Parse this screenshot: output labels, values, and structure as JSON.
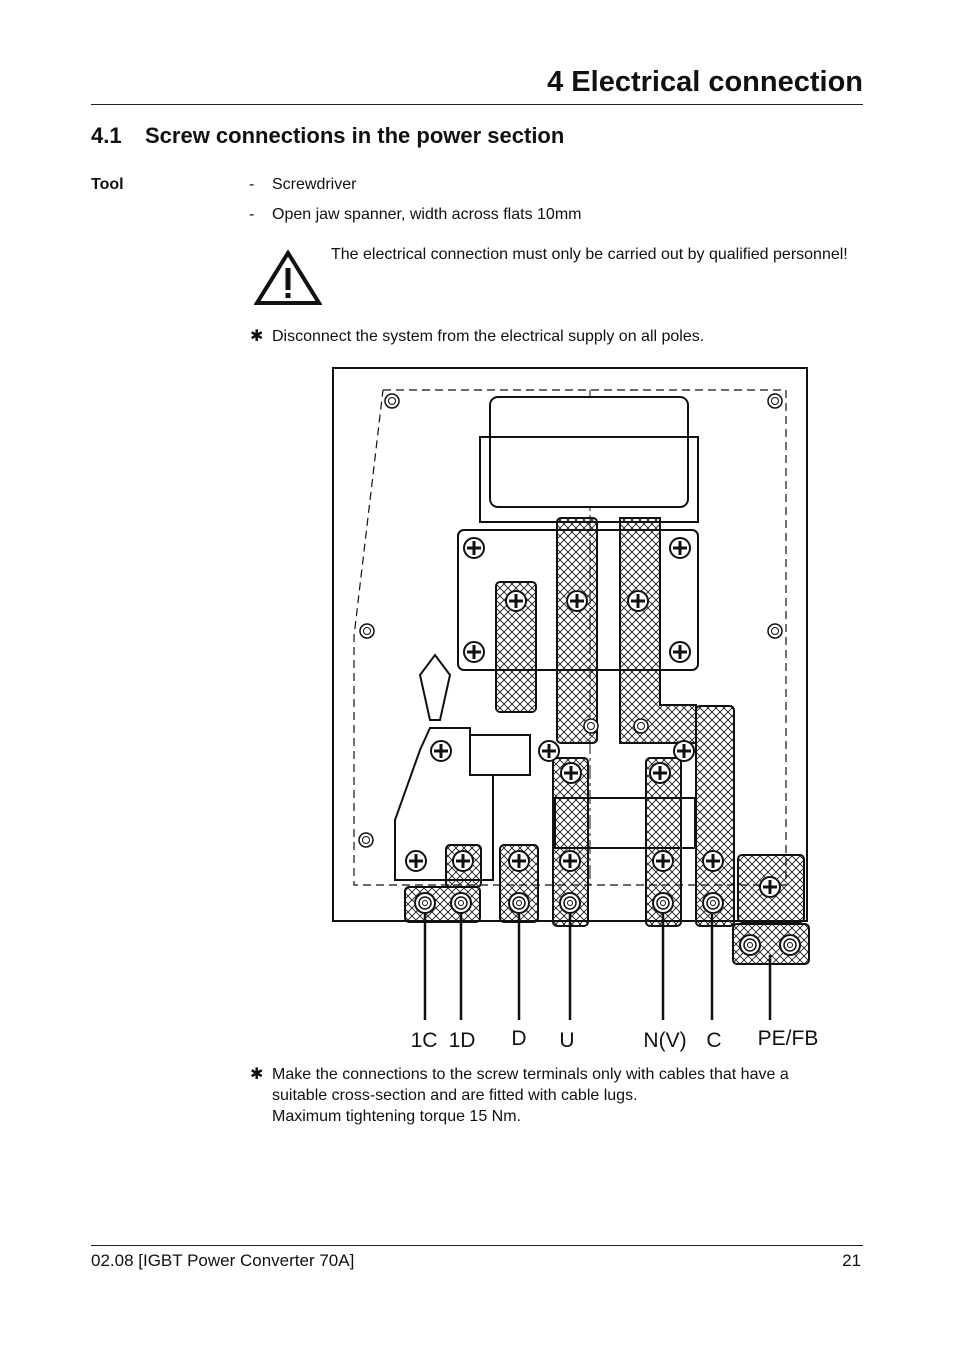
{
  "header": {
    "chapter_title": "4 Electrical connection"
  },
  "section": {
    "number": "4.1",
    "title": "Screw connections in the power section"
  },
  "tool": {
    "label": "Tool",
    "items": [
      "Screwdriver",
      "Open jaw spanner, width across flats 10mm"
    ],
    "bullet": "-"
  },
  "warning": {
    "icon": "warning-triangle-icon",
    "text": "The electrical connection must only be carried out by qualified personnel!"
  },
  "steps": [
    {
      "marker": "✱",
      "lines": [
        "Disconnect the system from the electrical supply on all poles."
      ]
    },
    {
      "marker": "✱",
      "lines": [
        "Make the connections to the screw terminals only with cables that have a",
        "suitable cross-section and are fitted with cable lugs.",
        "Maximum tightening torque 15 Nm."
      ]
    }
  ],
  "diagram": {
    "terminal_labels": [
      "1C",
      "1D",
      "D",
      "U",
      "N(V)",
      "C",
      "PE/FB"
    ]
  },
  "footer": {
    "left": "02.08 [IGBT Power Converter 70A]",
    "page_number": "21"
  }
}
